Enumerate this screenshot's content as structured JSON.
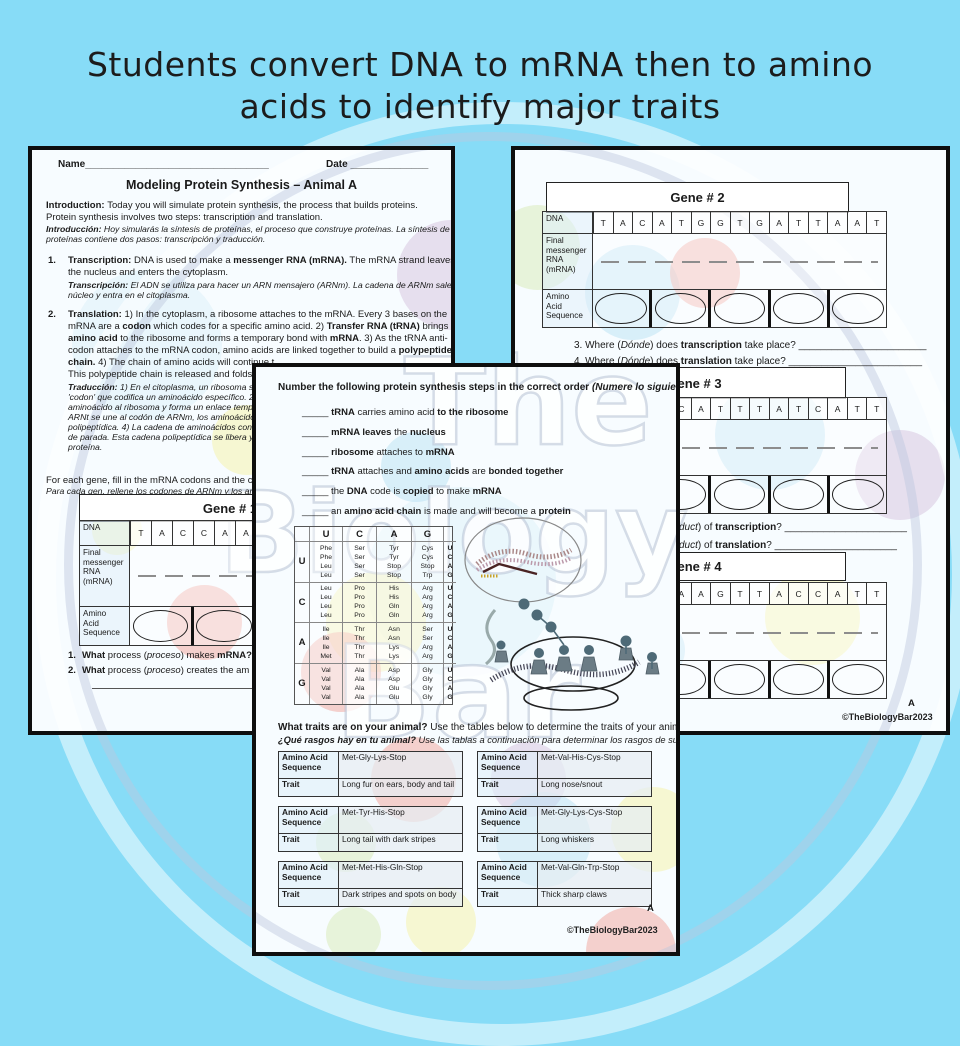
{
  "title": {
    "line1": "Students convert DNA to mRNA then to amino",
    "line2": "acids to identify major traits"
  },
  "watermark": {
    "words": [
      "The",
      "Biology",
      "Bar"
    ]
  },
  "colors": {
    "background": "#87dcf7",
    "page": "#f7fcff",
    "border": "#0e0e0e"
  },
  "left": {
    "name_label": "Name_________________________________",
    "date_label": "Date ______________",
    "title": "Modeling Protein Synthesis – Animal A",
    "intro_en": [
      [
        {
          "t": "Introduction: ",
          "b": 1
        },
        {
          "t": "Today you will simulate protein synthesis, the process that builds proteins."
        }
      ],
      [
        {
          "t": "Protein synthesis involves two steps:  transcription and translation."
        }
      ]
    ],
    "intro_es": [
      [
        {
          "t": "Introducción: ",
          "b": 1,
          "i": 1
        },
        {
          "t": "Hoy simularás la síntesis de proteínas, el proceso que construye proteínas.  La síntesis de",
          "i": 1
        }
      ],
      [
        {
          "t": "proteínas contiene dos pasos: transcripción y traducción.",
          "i": 1
        }
      ]
    ],
    "item1_num": "1.",
    "item2_num": "2.",
    "item1_en": [
      [
        {
          "t": "Transcription:  ",
          "b": 1
        },
        {
          "t": "DNA is used to make a "
        },
        {
          "t": "messenger RNA (mRNA).",
          "b": 1
        },
        {
          "t": "  The mRNA strand leaves"
        }
      ],
      [
        {
          "t": "the nucleus and enters the cytoplasm."
        }
      ]
    ],
    "item1_es": [
      [
        {
          "t": "Transcripción: ",
          "b": 1,
          "i": 1
        },
        {
          "t": "El ADN se utiliza para hacer un ARN mensajero (ARNm).  La cadena de ARNm sale del",
          "i": 1
        }
      ],
      [
        {
          "t": "núcleo y entra en el citoplasma.",
          "i": 1
        }
      ]
    ],
    "item2_en": [
      [
        {
          "t": "Translation:  ",
          "b": 1
        },
        {
          "t": "1) In the cytoplasm, a ribosome attaches to the mRNA.  Every 3 bases on the"
        }
      ],
      [
        {
          "t": "mRNA are a "
        },
        {
          "t": "codon",
          "b": 1
        },
        {
          "t": " which codes for a specific amino acid.  2) "
        },
        {
          "t": "Transfer RNA (tRNA)",
          "b": 1
        },
        {
          "t": " brings an"
        }
      ],
      [
        {
          "t": "amino acid",
          "b": 1
        },
        {
          "t": " to the ribosome and forms a temporary bond with "
        },
        {
          "t": "mRNA",
          "b": 1
        },
        {
          "t": ".  3) As the tRNA anti-"
        }
      ],
      [
        {
          "t": "codon attaches to the mRNA codon, amino acids are linked together to build a "
        },
        {
          "t": "polypeptide",
          "b": 1
        }
      ],
      [
        {
          "t": "chain.",
          "b": 1
        },
        {
          "t": "  4) The chain of amino acids will continue t"
        }
      ],
      [
        {
          "t": "This polypeptide chain is released and folds itself"
        }
      ]
    ],
    "item2_es": [
      [
        {
          "t": "Traducción: ",
          "b": 1,
          "i": 1
        },
        {
          "t": "1) En el citoplasma, un ribosoma se une a",
          "i": 1
        }
      ],
      [
        {
          "t": "'codon' que codifica un aminoácido específico.  2) El A",
          "i": 1
        }
      ],
      [
        {
          "t": "aminoácido al ribosoma y forma un enlace temporal c",
          "i": 1
        }
      ],
      [
        {
          "t": "ARNt se une al codón de ARNm, los aminoácidos se un",
          "i": 1
        }
      ],
      [
        {
          "t": "polipeptídica. 4) La cadena de aminoácidos continuar",
          "i": 1
        }
      ],
      [
        {
          "t": "de parada.  Esta cadena polipeptídica se libera y se pli",
          "i": 1
        }
      ],
      [
        {
          "t": "proteína.",
          "i": 1
        }
      ]
    ],
    "foreach_en": "For each gene, fill in the mRNA codons and the corres",
    "foreach_es": "Para cada gen, rellene los codones de ARNm y los aminoá",
    "gene1": {
      "title": "Gene # 1",
      "dna_label": "DNA",
      "dna": [
        "T",
        "A",
        "C",
        "C",
        "A",
        "A",
        "",
        "",
        "",
        "",
        "",
        "",
        "",
        "",
        ""
      ],
      "mrna_label": "Final\nmessenger\nRNA\n(mRNA)",
      "amino_label": "Amino\nAcid\nSequence"
    },
    "q_numbers": [
      "1.",
      "2."
    ],
    "questions": [
      [
        {
          "t": "What",
          "b": 1
        },
        {
          "t": " process ("
        },
        {
          "t": "proceso",
          "i": 1
        },
        {
          "t": ") makes "
        },
        {
          "t": "mRNA?",
          "b": 1
        }
      ],
      [
        {
          "t": "What",
          "b": 1
        },
        {
          "t": " process ("
        },
        {
          "t": "proceso",
          "i": 1
        },
        {
          "t": ") creates the am"
        }
      ]
    ]
  },
  "right": {
    "gene2": {
      "title": "Gene # 2",
      "dna_label": "DNA",
      "dna": [
        "T",
        "A",
        "C",
        "A",
        "T",
        "G",
        "G",
        "T",
        "G",
        "A",
        "T",
        "T",
        "A",
        "A",
        "T"
      ],
      "mrna_label": "Final\nmessenger\nRNA\n(mRNA)",
      "amino_label": "Amino\nAcid\nSequence"
    },
    "q3": [
      {
        "t": "3.   Where ("
      },
      {
        "t": "Dónde",
        "i": 1
      },
      {
        "t": ") does "
      },
      {
        "t": "transcription",
        "b": 1
      },
      {
        "t": " take place? _______________________"
      }
    ],
    "q4": [
      {
        "t": "4.   Where ("
      },
      {
        "t": "Dónde",
        "i": 1
      },
      {
        "t": ") does "
      },
      {
        "t": "translation",
        "b": 1
      },
      {
        "t": " take place? ________________________"
      }
    ],
    "gene3": {
      "title": "Gene # 3",
      "dna_label": "DNA",
      "dna": [
        "",
        "",
        "",
        "",
        "C",
        "A",
        "T",
        "T",
        "T",
        "A",
        "T",
        "C",
        "A",
        "T",
        "T"
      ],
      "mrna_label": "Final\nmessenger\nRNA\n(mRNA)",
      "amino_label": "Amino\nAcid\nSequence"
    },
    "q5_fragment": [
      {
        "t": "duct",
        "i": 1
      },
      {
        "t": ") of "
      },
      {
        "t": "transcription",
        "b": 1
      },
      {
        "t": "? ______________________"
      }
    ],
    "q6_fragment": [
      {
        "t": "duct",
        "i": 1
      },
      {
        "t": ") of "
      },
      {
        "t": "translation",
        "b": 1
      },
      {
        "t": "? ______________________"
      }
    ],
    "gene4": {
      "title": "Gene # 4",
      "dna_label": "DNA",
      "dna": [
        "",
        "",
        "",
        "",
        "A",
        "A",
        "G",
        "T",
        "T",
        "A",
        "C",
        "C",
        "A",
        "T",
        "T"
      ],
      "mrna_label": "Final\nmessenger\nRNA\n(mRNA)",
      "amino_label": "Amino\nAcid\nSequence"
    },
    "footer": {
      "version": "A",
      "credit": "©TheBiologyBar2023"
    }
  },
  "center": {
    "prompt": [
      {
        "t": "Number the following protein synthesis steps in the correct order ",
        "b": 1
      },
      {
        "t": "(Numere lo siguiente):",
        "b": 1,
        "i": 1
      }
    ],
    "steps": [
      [
        {
          "t": "_____  "
        },
        {
          "t": "tRNA",
          "b": 1
        },
        {
          "t": " carries amino acid "
        },
        {
          "t": "to the ribosome",
          "b": 1
        }
      ],
      [
        {
          "t": "_____  "
        },
        {
          "t": "mRNA leaves",
          "b": 1
        },
        {
          "t": " the "
        },
        {
          "t": "nucleus",
          "b": 1
        }
      ],
      [
        {
          "t": "_____  "
        },
        {
          "t": "ribosome",
          "b": 1
        },
        {
          "t": " attaches to "
        },
        {
          "t": "mRNA",
          "b": 1
        }
      ],
      [
        {
          "t": "_____  "
        },
        {
          "t": "tRNA",
          "b": 1
        },
        {
          "t": " attaches and "
        },
        {
          "t": "amino acids",
          "b": 1
        },
        {
          "t": " are "
        },
        {
          "t": "bonded together",
          "b": 1
        }
      ],
      [
        {
          "t": "_____  the "
        },
        {
          "t": "DNA",
          "b": 1
        },
        {
          "t": " code is "
        },
        {
          "t": "copied",
          "b": 1
        },
        {
          "t": " to make "
        },
        {
          "t": "mRNA",
          "b": 1
        }
      ],
      [
        {
          "t": "_____  an "
        },
        {
          "t": "amino acid chain",
          "b": 1
        },
        {
          "t": " is made and will become a "
        },
        {
          "t": "protein",
          "b": 1
        }
      ]
    ],
    "codon": {
      "header": [
        "U",
        "C",
        "A",
        "G"
      ],
      "rows": [
        {
          "base": "U",
          "cells": [
            "Phe\nPhe\nLeu\nLeu",
            "Ser\nSer\nSer\nSer",
            "Tyr\nTyr\nStop\nStop",
            "Cys\nCys\nStop\nTrp"
          ],
          "anti": "U\nC\nA\nG"
        },
        {
          "base": "C",
          "cells": [
            "Leu\nLeu\nLeu\nLeu",
            "Pro\nPro\nPro\nPro",
            "His\nHis\nGln\nGln",
            "Arg\nArg\nArg\nArg"
          ],
          "anti": "U\nC\nA\nG"
        },
        {
          "base": "A",
          "cells": [
            "Ile\nIle\nIle\nMet",
            "Thr\nThr\nThr\nThr",
            "Asn\nAsn\nLys\nLys",
            "Ser\nSer\nArg\nArg"
          ],
          "anti": "U\nC\nA\nG"
        },
        {
          "base": "G",
          "cells": [
            "Val\nVal\nVal\nVal",
            "Ala\nAla\nAla\nAla",
            "Asp\nAsp\nGlu\nGlu",
            "Gly\nGly\nGly\nGly"
          ],
          "anti": "U\nC\nA\nG"
        }
      ]
    },
    "traits_en": [
      {
        "t": "What traits are on your animal?",
        "b": 1
      },
      {
        "t": "  Use the tables below to determine the traits of your animal."
      }
    ],
    "traits_es": [
      {
        "t": "¿Qué rasgos hay en tu animal?",
        "b": 1,
        "i": 1
      },
      {
        "t": "  Use las tablas a continuación para determinar los rasgos de su animal.",
        "i": 1
      }
    ],
    "trait_tables": [
      {
        "seq_label": "Amino Acid\nSequence",
        "seq": "Met-Gly-Lys-Stop",
        "trait_label": "Trait",
        "trait": "Long fur on ears, body and tail"
      },
      {
        "seq_label": "Amino Acid\nSequence",
        "seq": "Met-Val-His-Cys-Stop",
        "trait_label": "Trait",
        "trait": "Long nose/snout"
      },
      {
        "seq_label": "Amino Acid\nSequence",
        "seq": "Met-Tyr-His-Stop",
        "trait_label": "Trait",
        "trait": "Long tail with dark stripes"
      },
      {
        "seq_label": "Amino Acid\nSequence",
        "seq": "Met-Gly-Lys-Cys-Stop",
        "trait_label": "Trait",
        "trait": "Long whiskers"
      },
      {
        "seq_label": "Amino Acid\nSequence",
        "seq": "Met-Met-His-Gln-Stop",
        "trait_label": "Trait",
        "trait": "Dark stripes and spots on body"
      },
      {
        "seq_label": "Amino Acid\nSequence",
        "seq": "Met-Val-Gln-Trp-Stop",
        "trait_label": "Trait",
        "trait": "Thick sharp claws"
      }
    ],
    "footer": {
      "version": "A",
      "credit": "©TheBiologyBar2023"
    }
  }
}
